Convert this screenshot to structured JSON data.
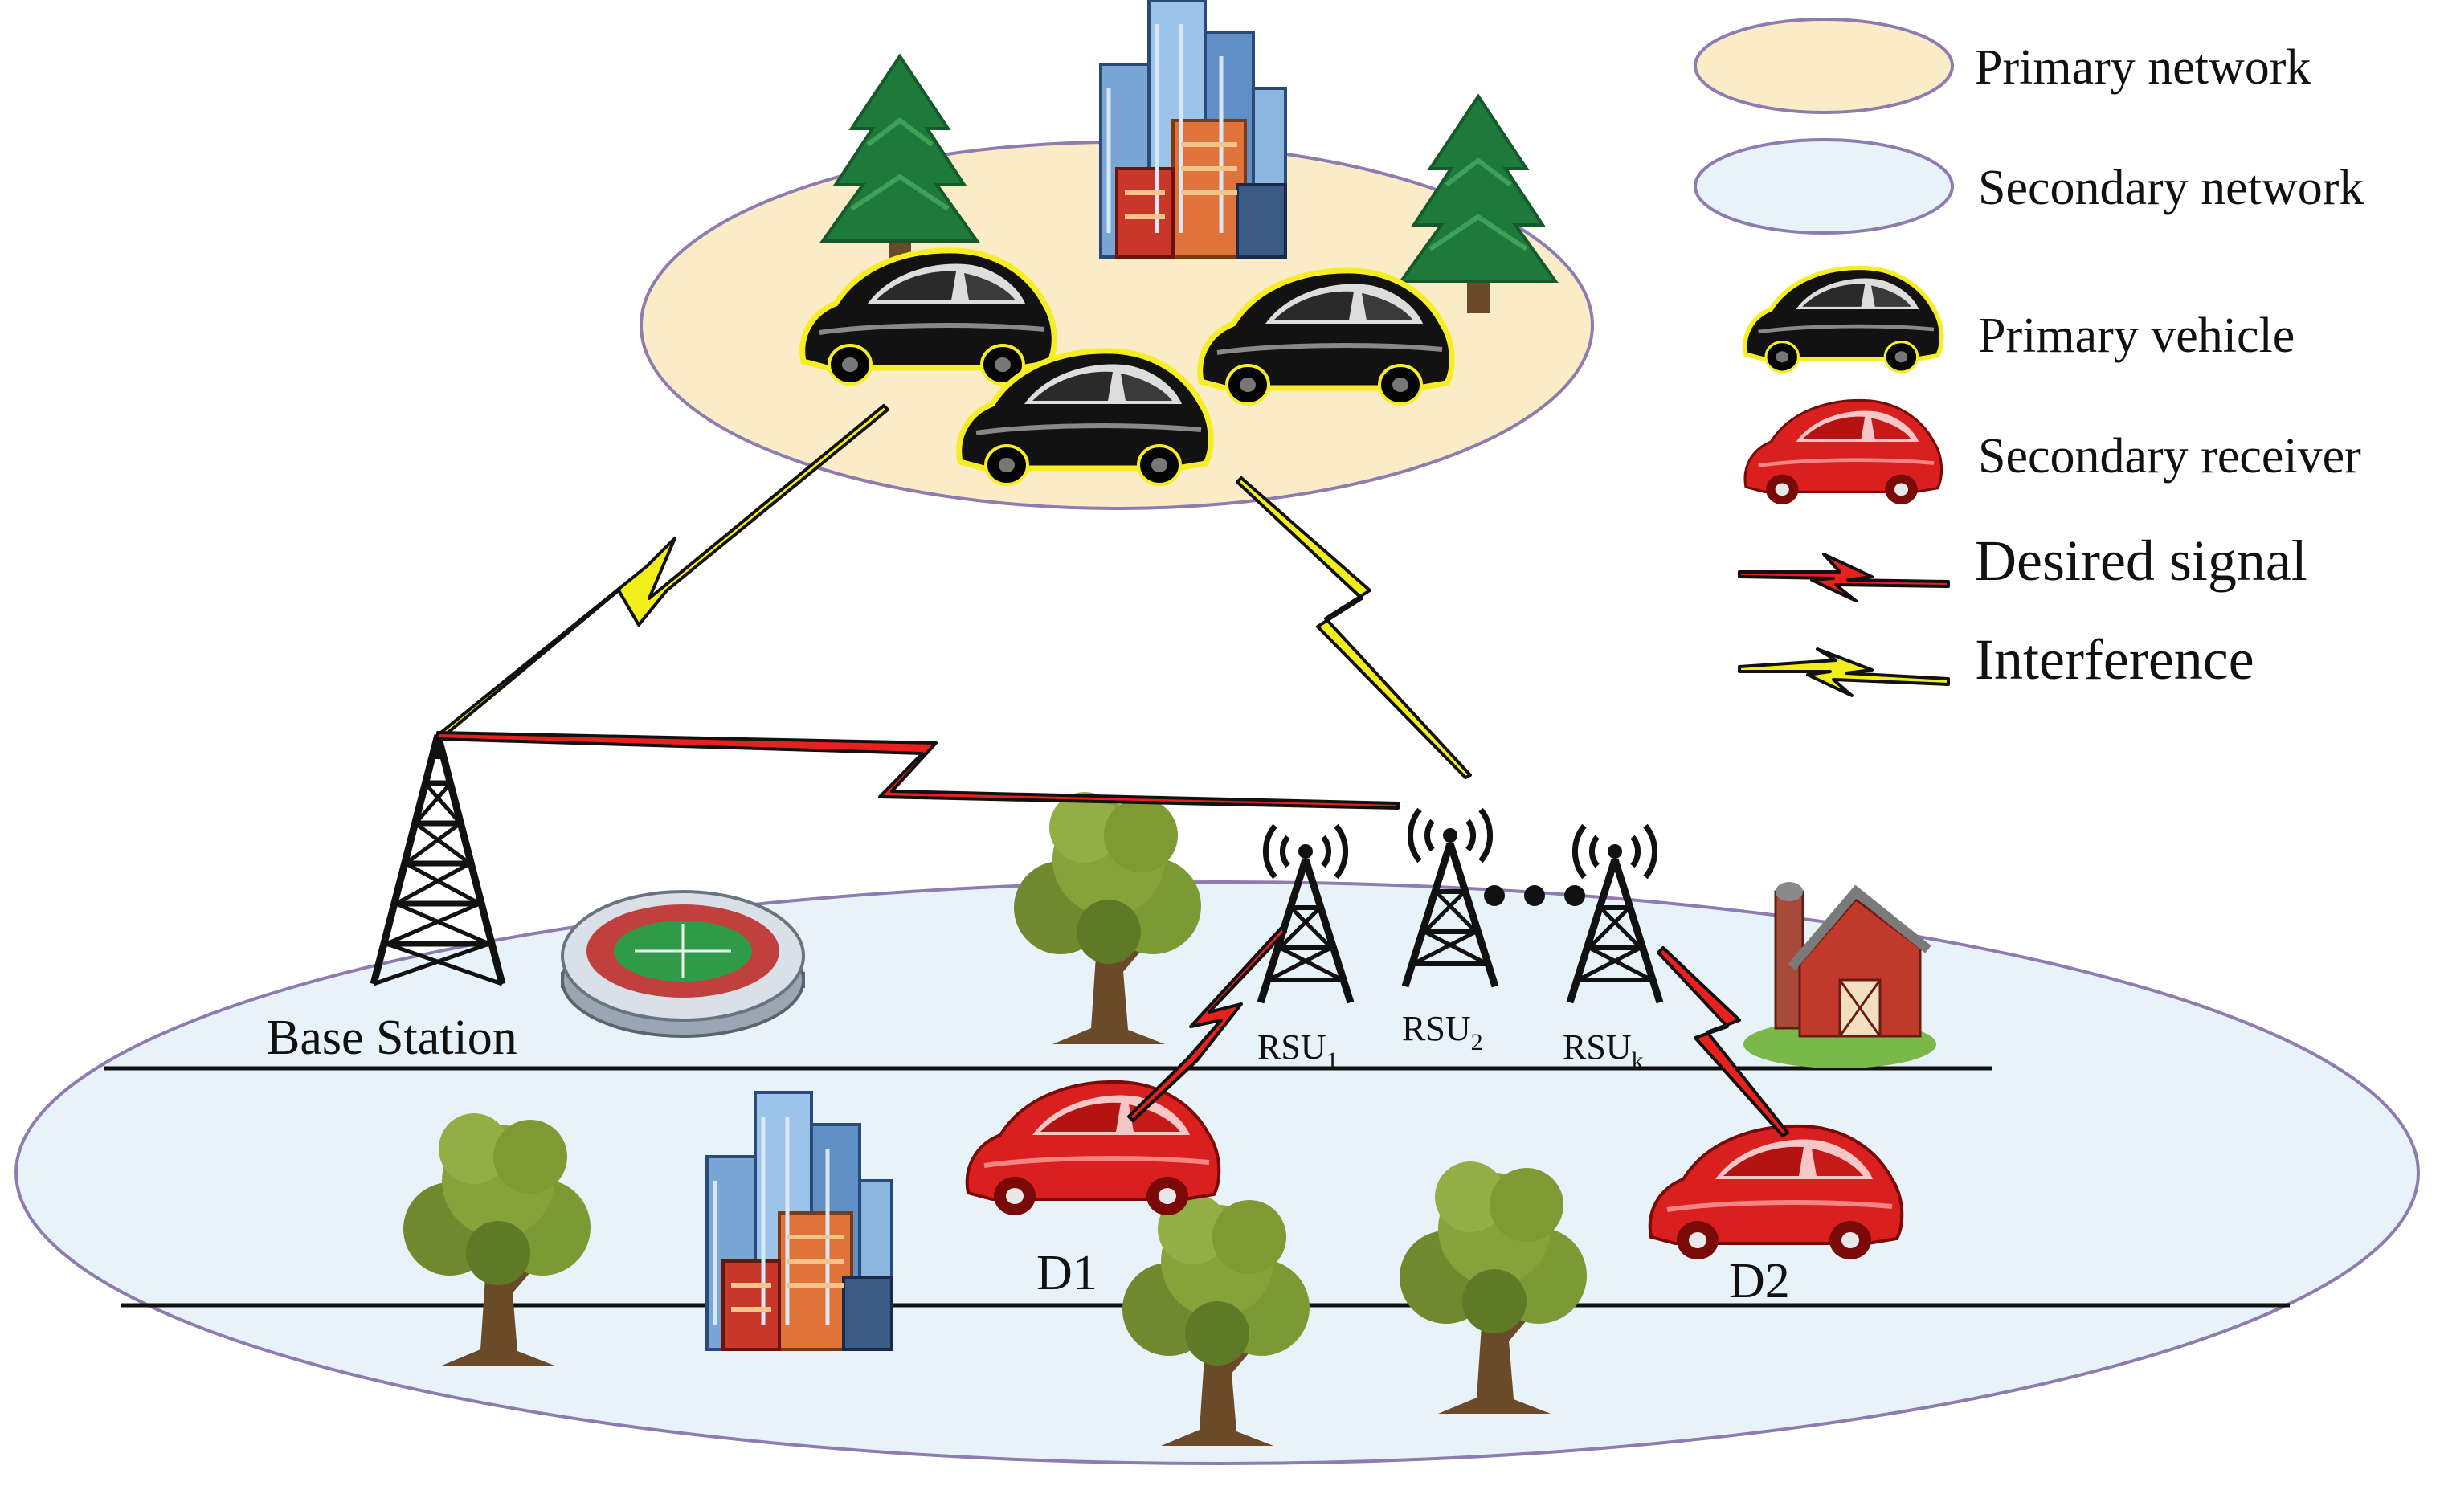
{
  "legend": {
    "primary_network": "Primary network",
    "secondary_network": "Secondary network",
    "primary_vehicle": "Primary vehicle",
    "secondary_receiver": "Secondary receiver",
    "desired_signal": "Desired signal",
    "interference": "Interference"
  },
  "labels": {
    "base_station": "Base Station",
    "rsu_prefix": "RSU",
    "rsu1_sub": "1",
    "rsu2_sub": "2",
    "rsuk_sub": "k",
    "d1": "D1",
    "d2": "D2"
  },
  "colors": {
    "primary_fill": "#fbecc8",
    "secondary_fill": "#e8f3f9",
    "ellipse_stroke": "#8e7cb0",
    "desired_signal": "#e8201e",
    "interference": "#f2ee1a",
    "primary_vehicle_body": "#111111",
    "primary_vehicle_outline": "#f6ee22",
    "secondary_vehicle_body": "#d9201e",
    "tree_canopy": "#6f8a2e",
    "tree_trunk": "#6b4a2a",
    "pine": "#1e7a3a"
  },
  "icons": [
    "primary-vehicle-icon",
    "secondary-receiver-icon",
    "tower-icon",
    "rsu-antenna-icon",
    "stadium-icon",
    "city-buildings-icon",
    "tree-icon",
    "pine-tree-icon",
    "barn-icon",
    "lightning-icon"
  ]
}
